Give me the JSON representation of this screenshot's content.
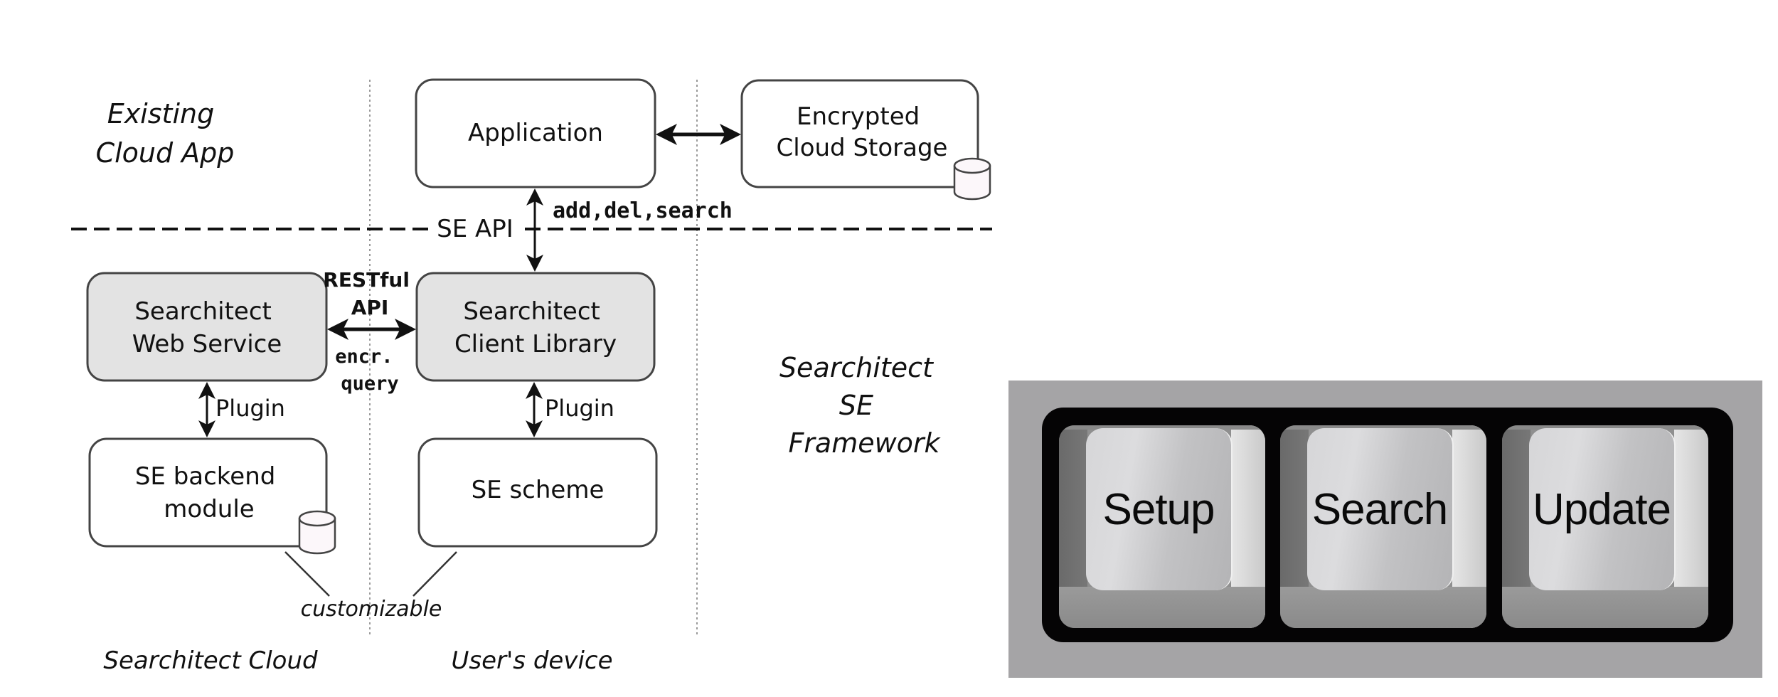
{
  "diagram": {
    "regions": {
      "existing_cloud_app": [
        "Existing",
        "Cloud App"
      ],
      "searchitect_se_framework": [
        "Searchitect",
        "SE",
        "Framework"
      ],
      "searchitect_cloud": "Searchitect Cloud",
      "users_device": "User's device"
    },
    "boundary_label": "SE API",
    "boxes": {
      "application": [
        "Application"
      ],
      "encrypted_cloud_storage": [
        "Encrypted",
        "Cloud Storage"
      ],
      "web_service": [
        "Searchitect",
        "Web Service"
      ],
      "client_library": [
        "Searchitect",
        "Client Library"
      ],
      "backend_module": [
        "SE backend",
        "module"
      ],
      "se_scheme": [
        "SE scheme"
      ]
    },
    "edge_labels": {
      "api_calls": "add,del,search",
      "restful": [
        "RESTful",
        "API"
      ],
      "encr_query": [
        "encr.",
        "query"
      ],
      "plugin_left": "Plugin",
      "plugin_right": "Plugin",
      "customizable": "customizable"
    },
    "icons": {
      "storage_cylinder": "database-cylinder-icon"
    }
  },
  "keys": {
    "labels": [
      "Setup",
      "Search",
      "Update"
    ]
  },
  "colors": {
    "box_gray_fill": "#e3e3e3",
    "key_panel_bg": "#a5a4a6",
    "key_frame": "#050405"
  }
}
